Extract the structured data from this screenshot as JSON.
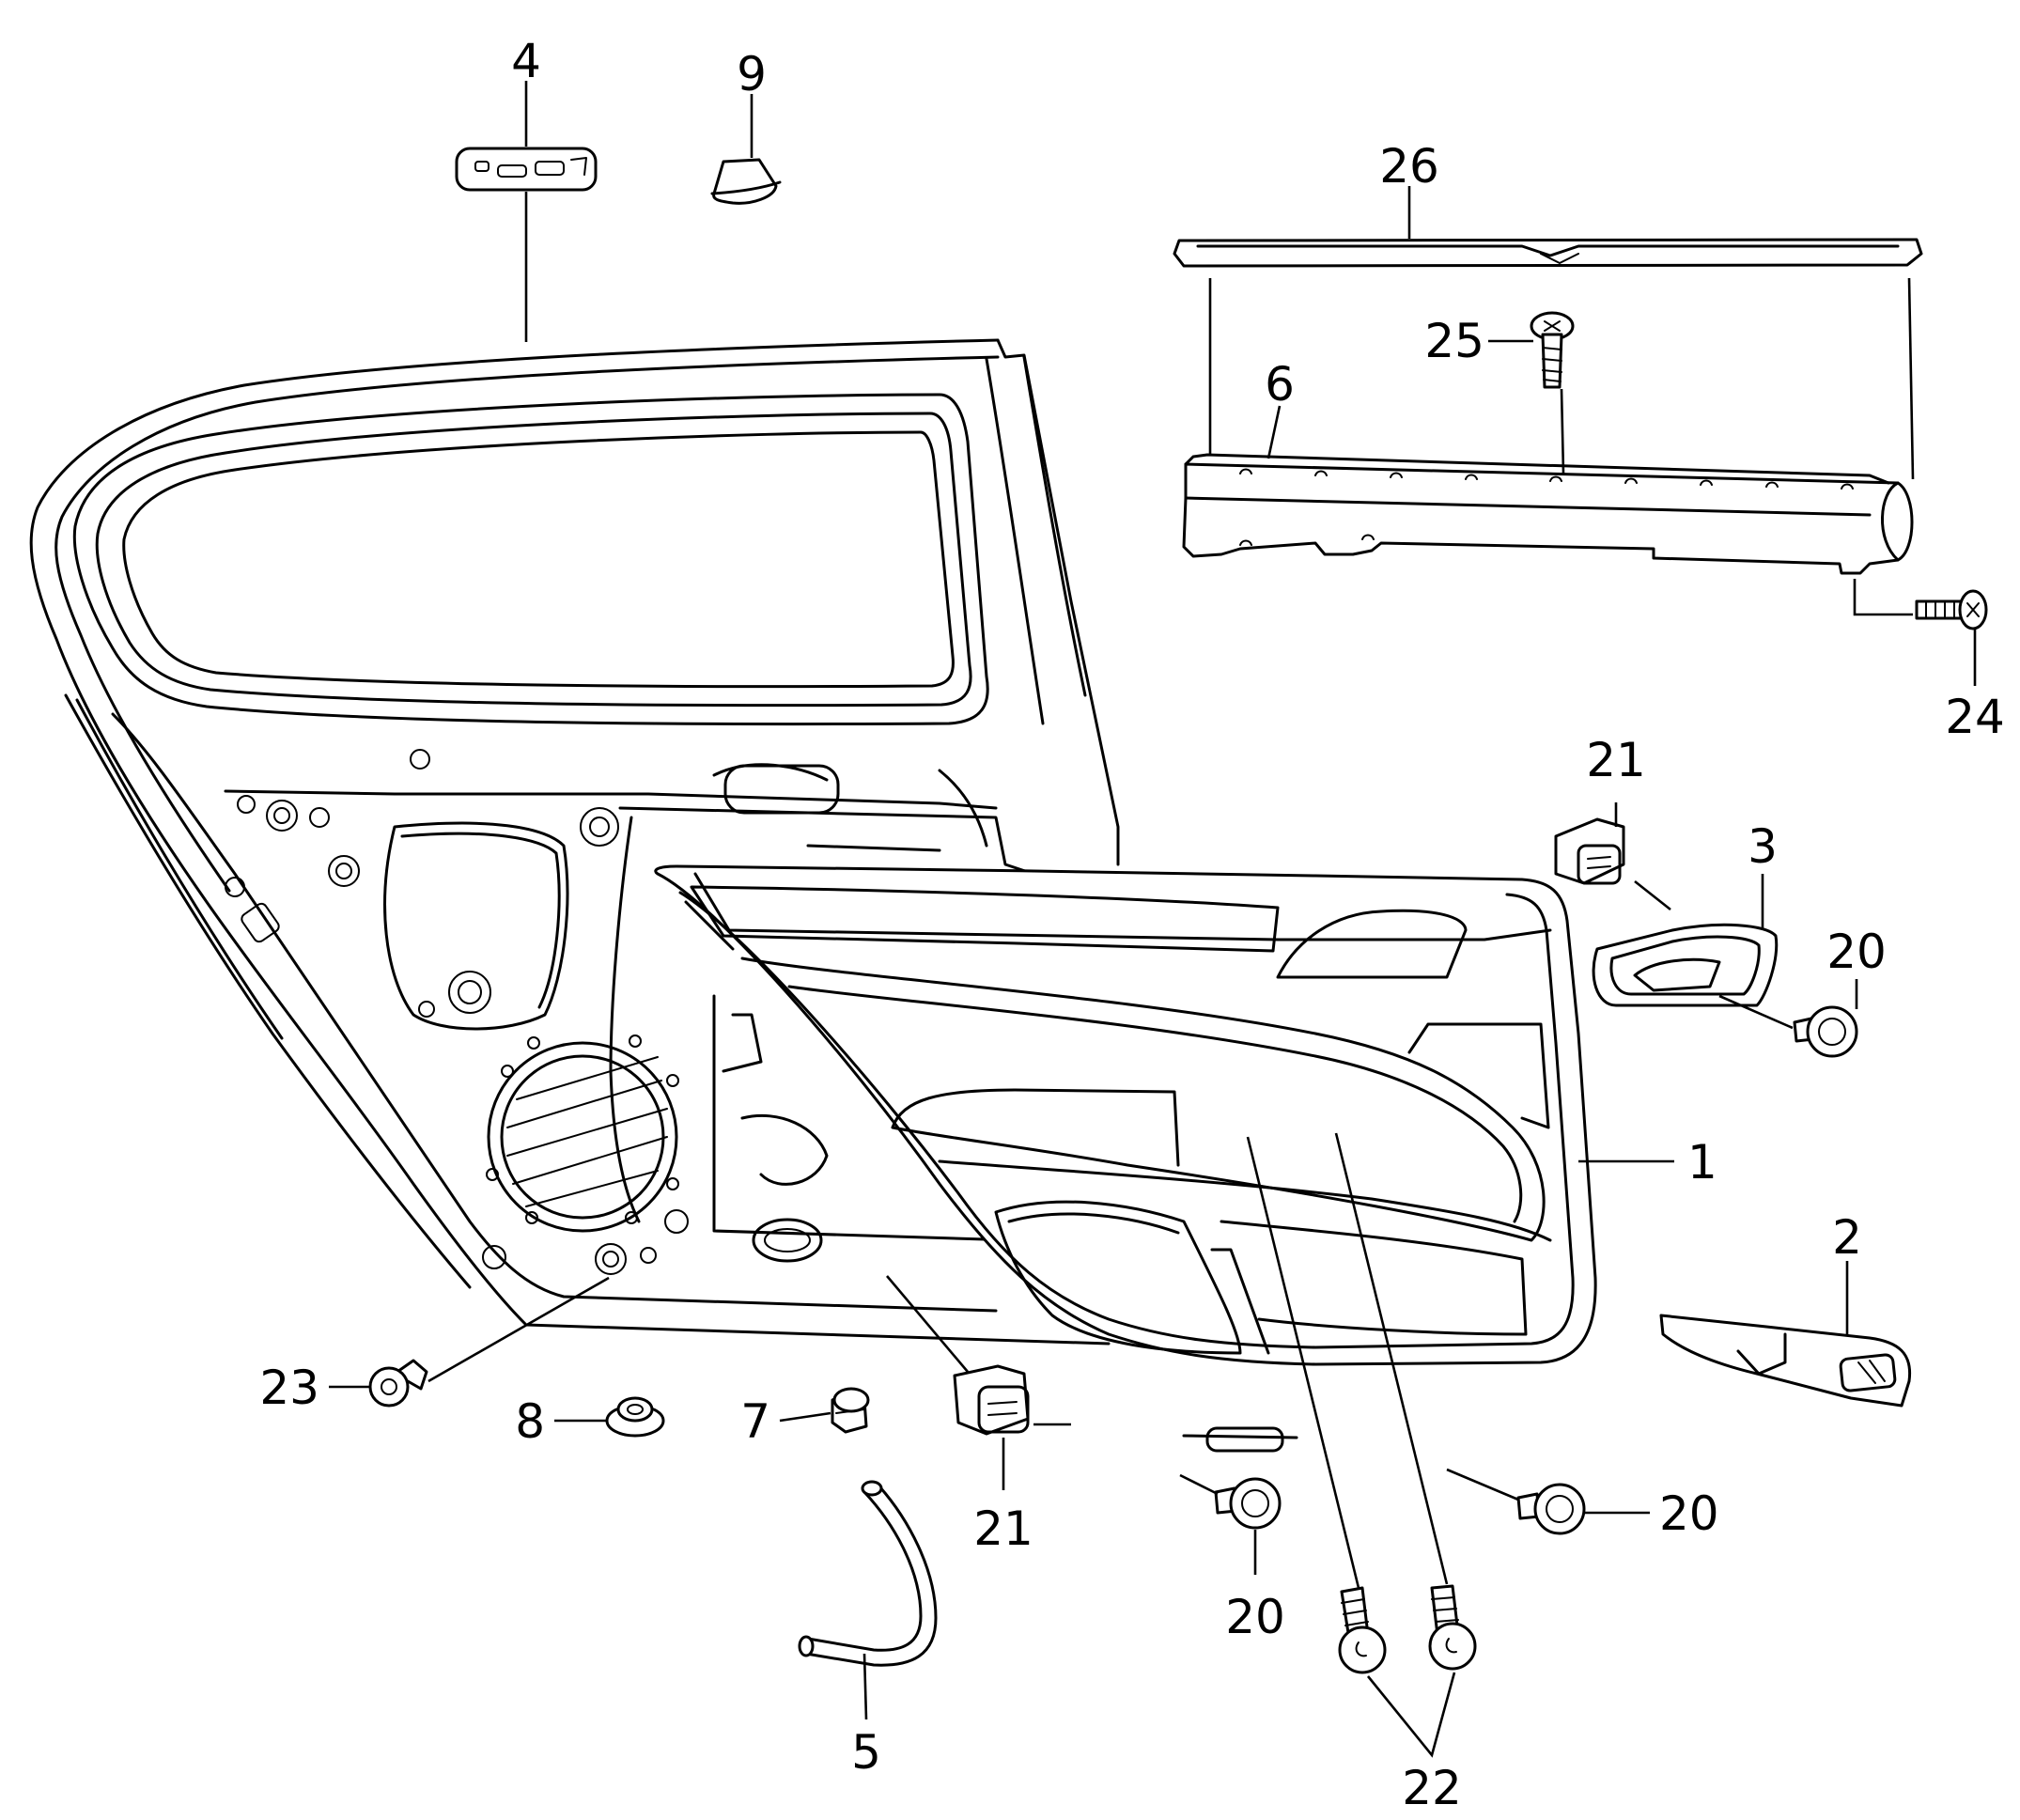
{
  "callouts": [
    {
      "label": "4"
    },
    {
      "label": "9"
    },
    {
      "label": "26"
    },
    {
      "label": "25"
    },
    {
      "label": "6"
    },
    {
      "label": "24"
    },
    {
      "label": "21"
    },
    {
      "label": "3"
    },
    {
      "label": "20"
    },
    {
      "label": "1"
    },
    {
      "label": "2"
    },
    {
      "label": "23"
    },
    {
      "label": "8"
    },
    {
      "label": "7"
    },
    {
      "label": "21"
    },
    {
      "label": "20"
    },
    {
      "label": "20"
    },
    {
      "label": "5"
    },
    {
      "label": "22"
    }
  ]
}
